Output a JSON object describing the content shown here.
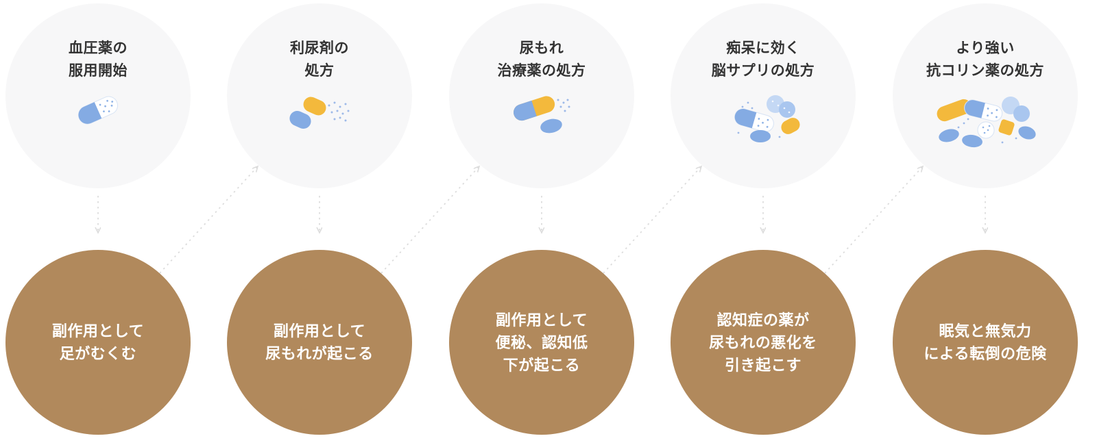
{
  "diagram": {
    "name": "prescribing-cascade",
    "description_visible": false
  },
  "colors": {
    "top_circle": "#f7f7f8",
    "bottom_circle": "#b1895c",
    "arrow": "#dcdcdc",
    "top_text": "#333333",
    "bottom_text": "#ffffff",
    "capsule_blue": "#84abe3",
    "capsule_yellow": "#f3b93c",
    "tablet_light_blue": "#c4d8f4"
  },
  "steps": [
    {
      "top_label": "血圧薬の\n服用開始",
      "icon": "blue-capsule-icon",
      "bottom_label": "副作用として\n足がむくむ"
    },
    {
      "top_label": "利尿剤の\n処方",
      "icon": "opened-capsule-icon",
      "bottom_label": "副作用として\n尿もれが起こる"
    },
    {
      "top_label": "尿もれ\n治療薬の処方",
      "icon": "capsule-and-oval-pill-icon",
      "bottom_label": "副作用として\n便秘、認知低\n下が起こる"
    },
    {
      "top_label": "痴呆に効く\n脳サプリの処方",
      "icon": "pill-cluster-icon",
      "bottom_label": "認知症の薬が\n尿もれの悪化を\n引き起こす"
    },
    {
      "top_label": "より強い\n抗コリン薬の処方",
      "icon": "large-pill-cluster-icon",
      "bottom_label": "眠気と無気力\nによる転倒の危険"
    }
  ]
}
